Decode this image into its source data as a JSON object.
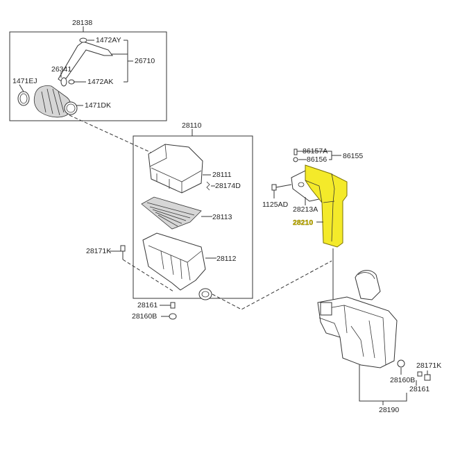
{
  "labels": {
    "top_group": "28138",
    "l1472AY": "1472AY",
    "l26710": "26710",
    "l26341": "26341",
    "l1471EJ": "1471EJ",
    "l1472AK": "1472AK",
    "l1471DK": "1471DK",
    "l28110": "28110",
    "l28111": "28111",
    "l28174D": "28174D",
    "l28113": "28113",
    "l28171K_left": "28171K",
    "l28112": "28112",
    "l28161_left": "28161",
    "l28160B_left": "28160B",
    "l86157A": "86157A",
    "l86155": "86155",
    "l86156": "86156",
    "l1125AD": "1125AD",
    "l28213A": "28213A",
    "l28210": "28210",
    "l28171K_right": "28171K",
    "l28160B_right": "28160B",
    "l28161_right": "28161",
    "l28190": "28190"
  },
  "highlight_color": "#f4ea2a"
}
